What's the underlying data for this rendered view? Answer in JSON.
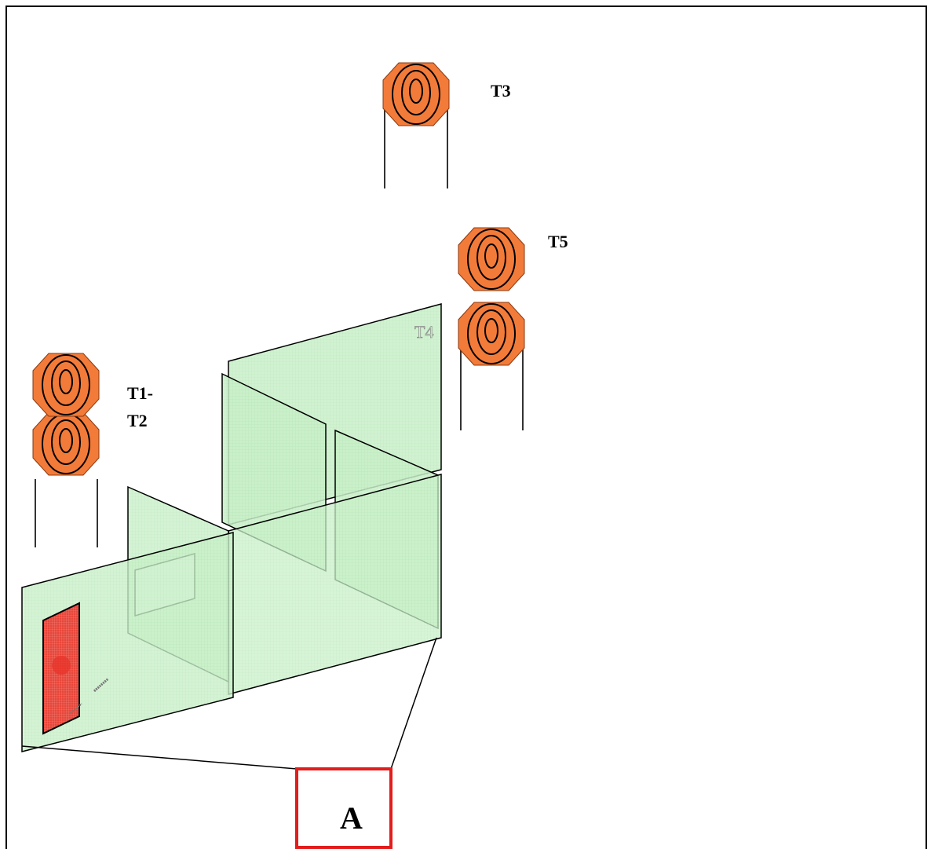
{
  "labels": {
    "t3": "T3",
    "t5": "T5",
    "t4": "T4",
    "t1_line1": "T1-",
    "t1_line2": "T2",
    "start_box": "A"
  },
  "colors": {
    "target_fill": "#f37b3a",
    "target_outline": "#000000",
    "panel_fill": "#c9f0c9",
    "panel_stroke": "#000000",
    "door_fill": "#e8463a",
    "start_box": "#e31c1c",
    "border": "#000000"
  }
}
